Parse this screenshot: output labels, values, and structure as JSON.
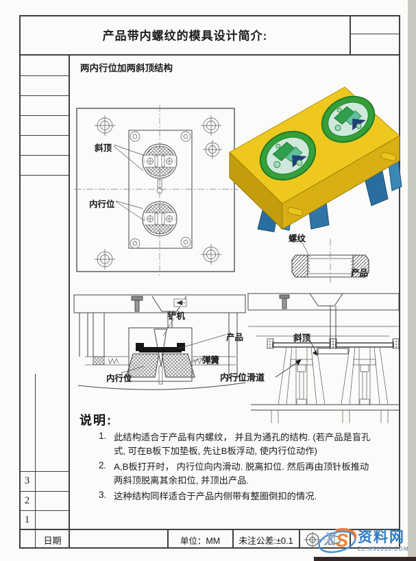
{
  "page": {
    "title": "产品带内螺纹的模具设计简介:",
    "subtitle": "两内行位加两斜顶结构"
  },
  "plan_view": {
    "label_lifter": "斜顶",
    "label_inner_slide": "内行位"
  },
  "product_view": {
    "label_thread": "螺纹",
    "label_product": "产品"
  },
  "section_left": {
    "label_wedge": "铲机",
    "label_product": "产品",
    "label_spring": "弹簧",
    "label_inner_slide": "内行位"
  },
  "section_right": {
    "label_lifter": "斜顶",
    "label_slide_rail": "内行位滑道"
  },
  "notes": {
    "heading": "说明:",
    "items": [
      {
        "num": "1.",
        "text": "此结构适合于产品有内螺纹， 并且为通孔的结构. (若产品是盲孔式, 可在B板下加垫板, 先让B板浮动, 使内行位动作)"
      },
      {
        "num": "2.",
        "text": "A,B板打开时， 内行位向内滑动. 脱离扣位. 然后再由顶针板推动两斜顶脱离其余扣位, 并顶出产品."
      },
      {
        "num": "3.",
        "text": "这种结构同样适合于产品内侧带有整圈倒扣的情况."
      }
    ]
  },
  "revision_rows": [
    "3",
    "2",
    "1"
  ],
  "title_block": {
    "date_label": "日期",
    "unit": "单位：MM",
    "tolerance": "未注公差:±0.1"
  },
  "watermark": {
    "initial_x": "X",
    "initial_s": "S",
    "name": "资料网",
    "site": "ZL.XS1616.COM"
  },
  "colors": {
    "paper": "#fbfbf9",
    "line": "#3f3f3f",
    "mold_yellow": "#eec81f",
    "mold_yellow_dark": "#c39d0c",
    "insert_green": "#2f9e3f",
    "insert_pale": "#cfe8dc",
    "leg_blue": "#2a6da0",
    "watermark_blue": "#2f7cc4",
    "watermark_orange": "#f07830"
  }
}
